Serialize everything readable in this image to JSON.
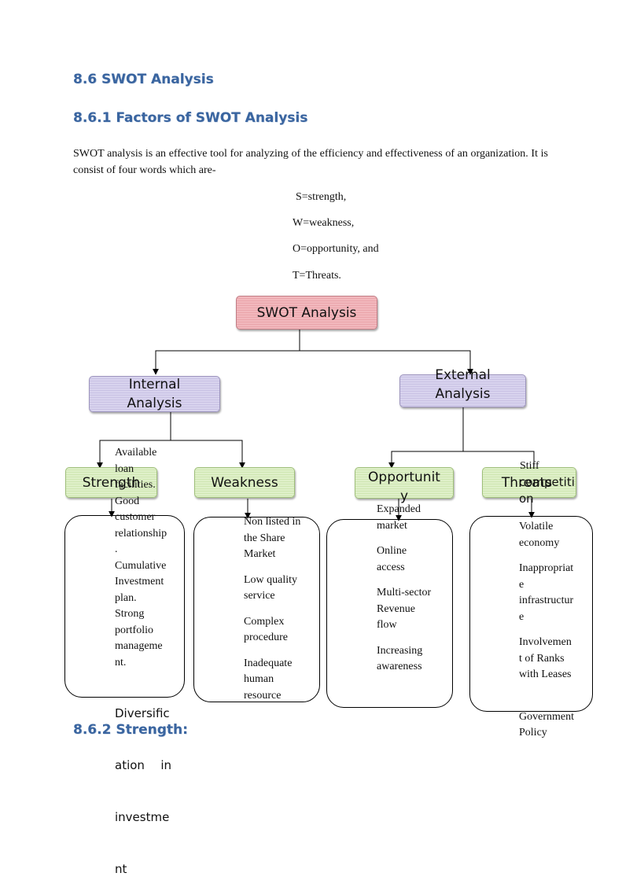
{
  "headings": {
    "h1": "8.6 SWOT Analysis",
    "h2": "8.6.1 Factors of SWOT Analysis",
    "h3": "8.6.2 Strength:"
  },
  "intro": {
    "paragraph": "SWOT analysis is an effective tool for analyzing of the efficiency and effectiveness of an organization. It is consist of four words which are-",
    "items": [
      "S=strength,",
      "W=weakness,",
      "O=opportunity, and",
      "T=Threats."
    ]
  },
  "diagram": {
    "root": "SWOT Analysis",
    "internal": [
      "Internal",
      "Analysis"
    ],
    "external": [
      "External",
      "Analysis"
    ],
    "strength": "Strength",
    "weakness": "Weakness",
    "opportunity": [
      "Opportunit",
      "y"
    ],
    "threats": "Threats",
    "strength_items": [
      "Available",
      "loan",
      "facilities.",
      "Good",
      "customer",
      "relationship",
      ".",
      "Cumulative",
      "Investment",
      "plan.",
      "Strong",
      "portfolio",
      "manageme",
      "nt."
    ],
    "strength_items_sans": [
      "Diversific",
      "ation    in",
      "investme",
      "nt"
    ],
    "weakness_items": [
      [
        "Non listed in",
        "the Share",
        "Market"
      ],
      [
        "Low quality",
        "service"
      ],
      [
        "Complex",
        "procedure"
      ],
      [
        "Inadequate",
        "human",
        "resource"
      ]
    ],
    "opportunity_items": [
      [
        "Expanded",
        "market"
      ],
      [
        "Online",
        "access"
      ],
      [
        "Multi-sector",
        "Revenue",
        "flow"
      ],
      [
        "Increasing",
        "awareness"
      ]
    ],
    "threats_overlap_serif": "Stiff",
    "threats_overlap_sans": [
      "competiti",
      "on"
    ],
    "threats_items": [
      [
        "Volatile",
        "economy"
      ],
      [
        "Inappropriat",
        "e",
        "infrastructur",
        "e"
      ],
      [
        "Involvemen",
        "t of Ranks",
        "with Leases"
      ],
      [
        "Government",
        "Policy"
      ]
    ]
  }
}
